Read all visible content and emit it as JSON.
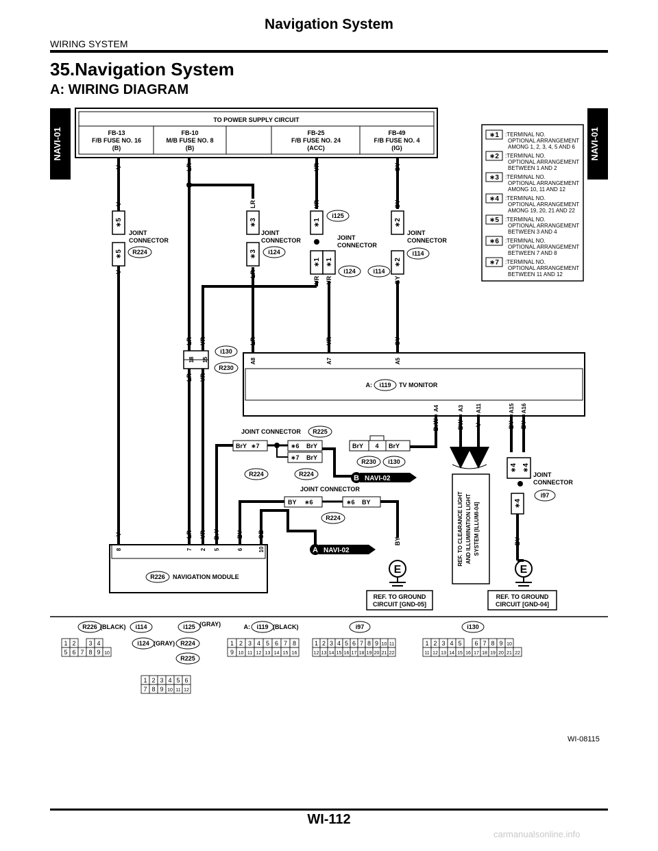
{
  "page": {
    "title": "Navigation System",
    "section": "WIRING SYSTEM",
    "heading": "35.Navigation System",
    "subheading": "A:  WIRING DIAGRAM",
    "page_number": "WI-112",
    "figure_id": "WI-08115",
    "watermark": "carmanualsonline.info",
    "side_tab": "NAVI-01"
  },
  "power": {
    "title": "TO POWER SUPPLY CIRCUIT",
    "fuses": [
      {
        "l1": "FB-13",
        "l2": "F/B FUSE NO. 16",
        "l3": "(B)"
      },
      {
        "l1": "FB-10",
        "l2": "M/B FUSE NO. 8",
        "l3": "(B)"
      },
      {
        "l1": "",
        "l2": "",
        "l3": ""
      },
      {
        "l1": "FB-25",
        "l2": "F/B FUSE NO. 24",
        "l3": "(ACC)"
      },
      {
        "l1": "FB-49",
        "l2": "F/B FUSE NO. 4",
        "l3": "(IG)"
      }
    ]
  },
  "legend": [
    {
      "mark": "1",
      "l1": ":TERMINAL NO.",
      "l2": "OPTIONAL ARRANGEMENT",
      "l3": "AMONG 1, 2, 3, 4, 5 AND 6"
    },
    {
      "mark": "2",
      "l1": ":TERMINAL NO.",
      "l2": "OPTIONAL ARRANGEMENT",
      "l3": "BETWEEN 1 AND 2"
    },
    {
      "mark": "3",
      "l1": ":TERMINAL NO.",
      "l2": "OPTIONAL ARRANGEMENT",
      "l3": "AMONG 10, 11 AND 12"
    },
    {
      "mark": "4",
      "l1": ":TERMINAL NO.",
      "l2": "OPTIONAL ARRANGEMENT",
      "l3": "AMONG 19, 20, 21 AND 22"
    },
    {
      "mark": "5",
      "l1": ":TERMINAL NO.",
      "l2": "OPTIONAL ARRANGEMENT",
      "l3": "BETWEEN 3 AND 4"
    },
    {
      "mark": "6",
      "l1": ":TERMINAL NO.",
      "l2": "OPTIONAL ARRANGEMENT",
      "l3": "BETWEEN 7 AND 8"
    },
    {
      "mark": "7",
      "l1": ":TERMINAL NO.",
      "l2": "OPTIONAL ARRANGEMENT",
      "l3": "BETWEEN 11 AND 12"
    }
  ],
  "labels": {
    "joint_connector_l1": "JOINT",
    "joint_connector_l2": "CONNECTOR",
    "joint_connector": "JOINT CONNECTOR",
    "tv_monitor_prefix": "A:",
    "tv_monitor": "TV MONITOR",
    "nav_module": "NAVIGATION MODULE",
    "navi02": "NAVI-02",
    "ground_a_l1": "REF. TO GROUND",
    "ground_a_l2": "CIRCUIT [GND-05]",
    "ground_b_l1": "REF. TO GROUND",
    "ground_b_l2": "CIRCUIT [GND-04]",
    "clearance_l1": "REF. TO CLEARANCE LIGHT",
    "clearance_l2": "AND ILLUMINATION LIGHT",
    "clearance_l3": "SYSTEM [ILLUMI-04]",
    "gray": "(GRAY)",
    "black": "(BLACK)",
    "a_prefix": "A:",
    "letter_a": "A",
    "letter_b": "B",
    "letter_e": "E"
  },
  "connectors": {
    "R224": "R224",
    "R225": "R225",
    "R226": "R226",
    "R230": "R230",
    "i97": "i97",
    "i114": "i114",
    "i119": "i119",
    "i124": "i124",
    "i125": "i125",
    "i130": "i130"
  },
  "wires": {
    "V": "V",
    "LR": "LR",
    "YR": "YR",
    "GY": "GY",
    "BrY": "BrY",
    "BY": "BY",
    "GB": "GB",
    "BrW": "BrW",
    "BW": "BW"
  },
  "pins": {
    "tv": [
      "A8",
      "A7",
      "A5",
      "A4",
      "A3",
      "A11",
      "A15",
      "A16"
    ],
    "i130": [
      "18",
      "15"
    ],
    "nav": [
      "8",
      "7",
      "2",
      "5",
      "6",
      "10"
    ],
    "r230_pin": "4"
  },
  "pinouts": {
    "r226": {
      "top": [
        "1",
        "2",
        "",
        "3",
        "4"
      ],
      "bottom": [
        "5",
        "6",
        "7",
        "8",
        "9",
        "10"
      ]
    },
    "i124": {
      "top": [
        "1",
        "2",
        "3",
        "4",
        "5",
        "6"
      ],
      "bottom": [
        "7",
        "8",
        "9",
        "10",
        "11",
        "12"
      ]
    },
    "i119": {
      "top": [
        "1",
        "2",
        "3",
        "4",
        "5",
        "6",
        "7",
        "8"
      ],
      "bottom": [
        "9",
        "10",
        "11",
        "12",
        "13",
        "14",
        "15",
        "16"
      ]
    },
    "i97": {
      "top": [
        "1",
        "2",
        "3",
        "4",
        "5",
        "6",
        "7",
        "8",
        "9",
        "10",
        "11"
      ],
      "bottom": [
        "12",
        "13",
        "14",
        "15",
        "16",
        "17",
        "18",
        "19",
        "20",
        "21",
        "22"
      ]
    },
    "i130": {
      "top": [
        "1",
        "2",
        "3",
        "4",
        "5",
        "",
        "6",
        "7",
        "8",
        "9",
        "10"
      ],
      "bottom": [
        "11",
        "12",
        "13",
        "14",
        "15",
        "16",
        "17",
        "18",
        "19",
        "20",
        "21",
        "22"
      ]
    }
  }
}
